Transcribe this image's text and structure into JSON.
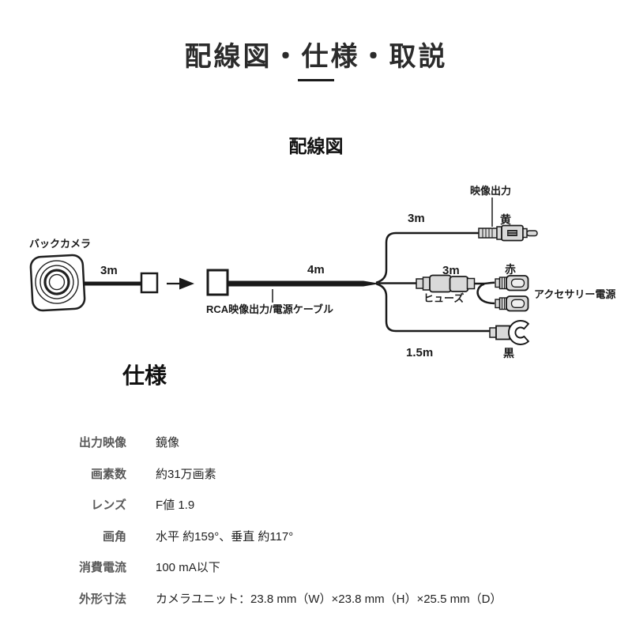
{
  "page": {
    "title": "配線図・仕様・取説"
  },
  "diagram": {
    "heading": "配線図",
    "camera_label": "バックカメラ",
    "camera_cable_length": "3m",
    "main_cable_length": "4m",
    "main_cable_label": "RCA映像出力/電源ケーブル",
    "video_branch": {
      "length": "3m",
      "output_label": "映像出力",
      "connector_color": "黄"
    },
    "power_branch": {
      "length": "3m",
      "fuse_label": "ヒューズ",
      "connector_color": "赤",
      "power_label": "アクセサリー電源"
    },
    "ground_branch": {
      "length": "1.5m",
      "connector_color": "黒"
    },
    "icons": [
      "backup-camera-icon",
      "connector-plug-icon",
      "arrow-right-icon",
      "rca-plug-icon",
      "fuse-holder-icon",
      "spade-terminal-icon",
      "fork-terminal-icon"
    ]
  },
  "specs": {
    "heading": "仕様",
    "rows": [
      {
        "label": "出力映像",
        "value": "鏡像"
      },
      {
        "label": "画素数",
        "value": "約31万画素"
      },
      {
        "label": "レンズ",
        "value": "F値 1.9"
      },
      {
        "label": "画角",
        "value": "水平 約159°、垂直 約117°"
      },
      {
        "label": "消費電流",
        "value": "100 mA以下"
      },
      {
        "label": "外形寸法",
        "value": "カメラユニット：23.8 mm（W）×23.8 mm（H）×25.5 mm（D）"
      }
    ]
  },
  "colors": {
    "ink": "#1a1a1a",
    "connector_fill": "#d9d9d9",
    "spec_label_gray": "#595959"
  }
}
